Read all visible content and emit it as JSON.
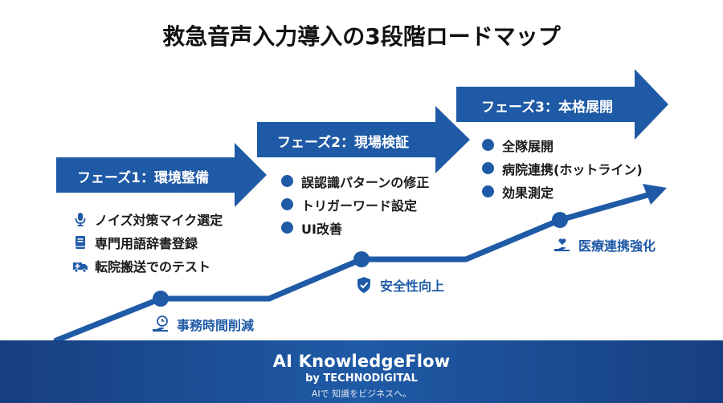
{
  "title": "救急音声入力導入の3段階ロードマップ",
  "colors": {
    "accent": "#1f5aa6",
    "footer": "#173f7f"
  },
  "phases": [
    {
      "label": "フェーズ1：環境整備",
      "items": [
        {
          "icon": "microphone-icon",
          "text": "ノイズ対策マイク選定"
        },
        {
          "icon": "book-icon",
          "text": "専門用語辞書登録"
        },
        {
          "icon": "ambulance-icon",
          "text": "転院搬送でのテスト"
        }
      ]
    },
    {
      "label": "フェーズ2：現場検証",
      "items": [
        {
          "icon": "bullet",
          "text": "誤認識パターンの修正"
        },
        {
          "icon": "bullet",
          "text": "トリガーワード設定"
        },
        {
          "icon": "bullet",
          "text": "UI改善"
        }
      ]
    },
    {
      "label": "フェーズ3：本格展開",
      "items": [
        {
          "icon": "bullet",
          "text": "全隊展開"
        },
        {
          "icon": "bullet",
          "text": "病院連携(ホットライン)"
        },
        {
          "icon": "bullet",
          "text": "効果測定"
        }
      ]
    }
  ],
  "milestones": [
    {
      "icon": "clock-hand-icon",
      "text": "事務時間削減"
    },
    {
      "icon": "shield-check-icon",
      "text": "安全性向上"
    },
    {
      "icon": "heart-hand-icon",
      "text": "医療連携強化"
    }
  ],
  "footer": {
    "brand": "AI KnowledgeFlow",
    "byline": "by TECHNODIGITAL",
    "tagline": "AIで 知識をビジネスへ。"
  }
}
